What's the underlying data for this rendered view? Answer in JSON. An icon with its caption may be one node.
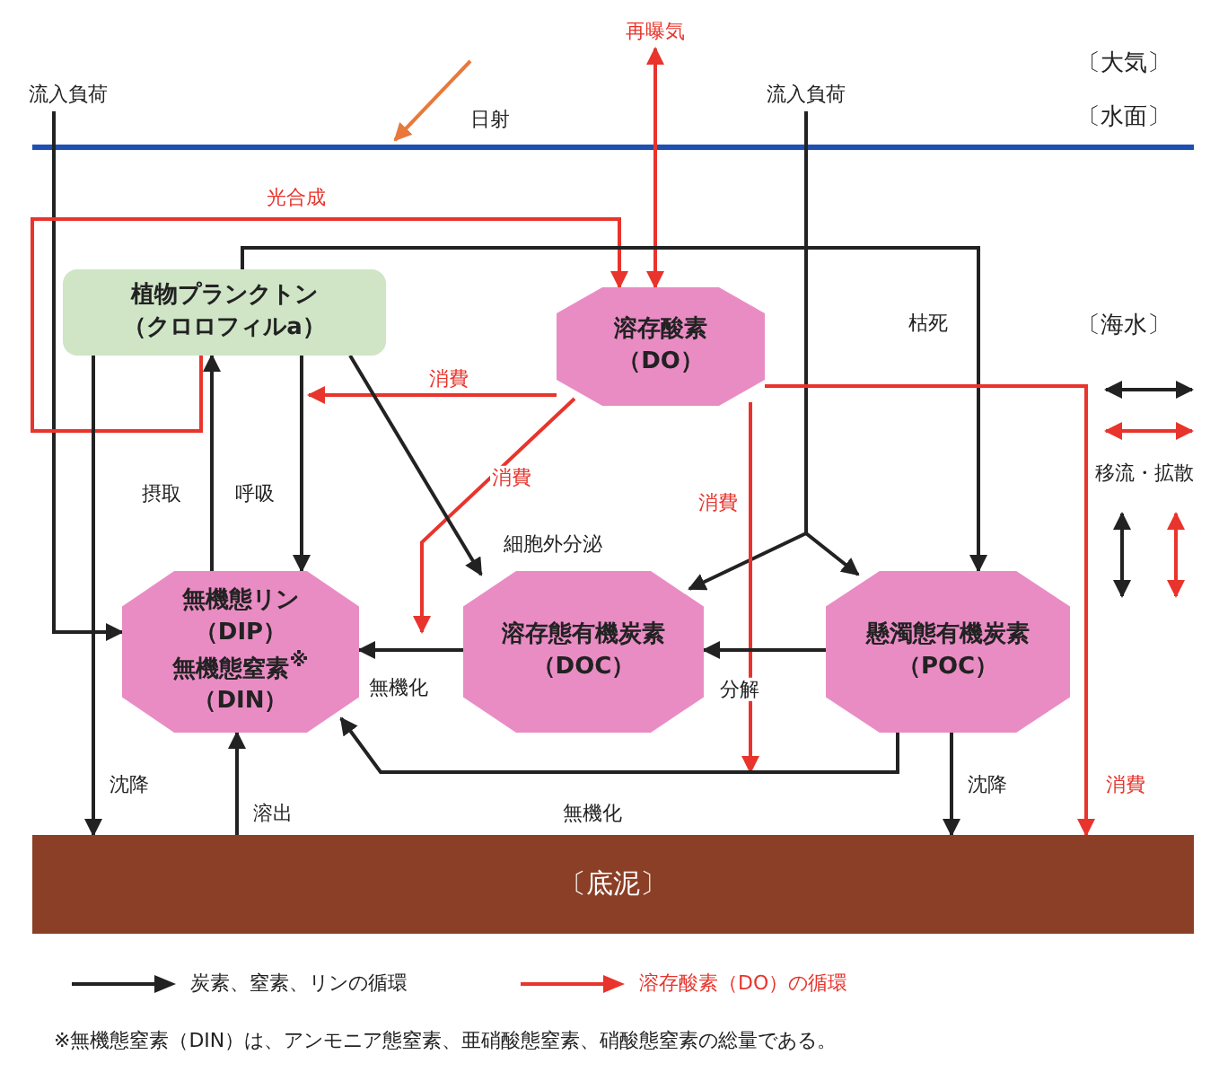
{
  "diagram": {
    "nodes": [
      {
        "text": [
          "植物プランクトン（クロロフィルa）"
        ]
      },
      {
        "text": [
          "溶存酸素（DO）"
        ]
      },
      {
        "text": [
          "無機態リン（DIP）無機態窒素$^{※}$（DIN）"
        ]
      },
      {
        "text": [
          "溶存態有機炭素（DOC）"
        ]
      },
      {
        "text": [
          "懸濁態有機炭素（POC）"
        ]
      },
      {
        "text": [
          "〔底泥〕"
        ]
      },
      {
        "text": [
          "流入負荷"
        ]
      },
      {
        "text": [
          "流入負荷"
        ]
      },
      {
        "text": [
          "再曝気"
        ]
      }
    ],
    "edges": [
      {
        "from": 6,
        "to": 2,
        "arrow": "to"
      },
      {
        "from": 7,
        "to": 3,
        "arrow": "to"
      },
      {
        "from": 7,
        "to": 4,
        "arrow": "to"
      },
      {
        "from": 8,
        "to": 1,
        "arrow": "both",
        "color": "#e8342c"
      },
      {
        "from": 0,
        "to": 1,
        "arrow": "to",
        "label": "光合成",
        "color": "#e8342c"
      },
      {
        "from": 0,
        "to": 4,
        "arrow": "to",
        "label": "枯死"
      },
      {
        "from": 0,
        "to": 5,
        "arrow": "to",
        "label": "沈降"
      },
      {
        "from": 2,
        "to": 0,
        "arrow": "to",
        "label": "摂取"
      },
      {
        "from": 0,
        "to": 2,
        "arrow": "to",
        "label": "呼吸"
      },
      {
        "from": 1,
        "to": 0,
        "arrow": "to",
        "label": "消費",
        "color": "#e8342c"
      },
      {
        "from": 1,
        "to": 3,
        "arrow": "to",
        "label": "消費",
        "color": "#e8342c"
      },
      {
        "from": 1,
        "to": null,
        "arrow": "to",
        "label": "消費",
        "color": "#e8342c"
      },
      {
        "from": 1,
        "to": 5,
        "arrow": "to",
        "label": "消費",
        "color": "#e8342c"
      },
      {
        "from": 0,
        "to": 3,
        "arrow": "to",
        "label": "細胞外分泌"
      },
      {
        "from": 3,
        "to": 2,
        "arrow": "to",
        "label": "無機化"
      },
      {
        "from": 4,
        "to": 3,
        "arrow": "to",
        "label": "分解"
      },
      {
        "from": 4,
        "to": 2,
        "arrow": "to",
        "label": "無機化"
      },
      {
        "from": 4,
        "to": 5,
        "arrow": "to",
        "label": "沈降"
      },
      {
        "from": 5,
        "to": 2,
        "arrow": "to",
        "label": "溶出"
      }
    ],
    "labels": [
      "〔大気〕",
      "日射",
      "〔水面〕",
      "〔海水〕",
      "移流・拡散",
      "※無機態窒素（DIN）は、アンモニア態窒素、亜硝酸態窒素、硝酸態窒素の総量である。"
    ],
    "legend": [
      {
        "text": "炭素、窒素、リンの循環"
      },
      {
        "text": "溶存酸素（DO）の循環"
      }
    ]
  }
}
